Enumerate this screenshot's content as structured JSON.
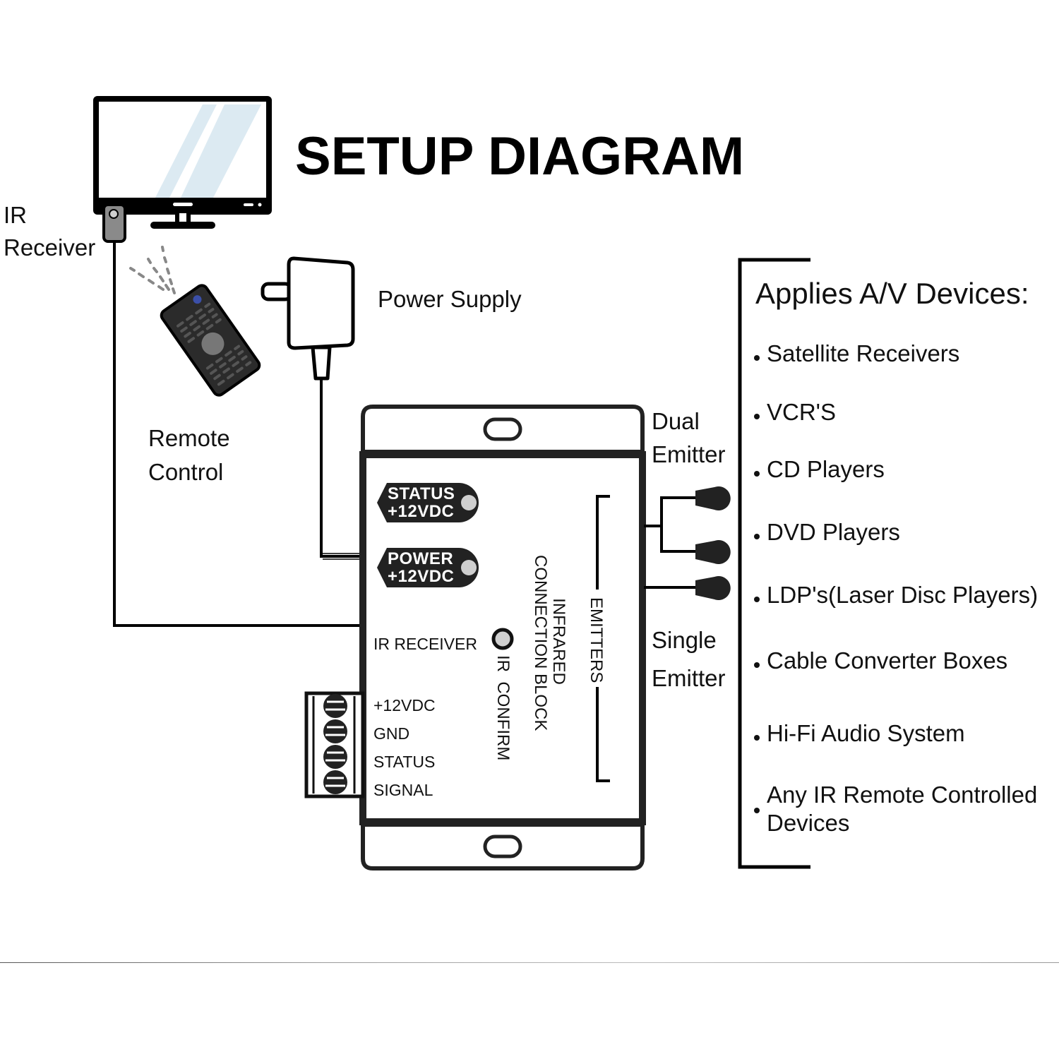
{
  "title": "SETUP DIAGRAM",
  "labels": {
    "ir_receiver": [
      "IR",
      "Receiver"
    ],
    "remote_control": [
      "Remote",
      "Control"
    ],
    "power_supply": "Power Supply",
    "dual_emitter": [
      "Dual",
      "Emitter"
    ],
    "single_emitter": [
      "Single",
      "Emitter"
    ]
  },
  "device_box": {
    "status_badge": [
      "STATUS",
      "+12VDC"
    ],
    "power_badge": [
      "POWER",
      "+12VDC"
    ],
    "ir_receiver_port": "IR RECEIVER",
    "terminal_pins": [
      "+12VDC",
      "GND",
      "STATUS",
      "SIGNAL"
    ],
    "ir_confirm": "IR  CONFIRM",
    "block_title": [
      "INFRARED",
      "CONNECTION BLOCK"
    ],
    "emitters": "EMITTERS"
  },
  "applies": {
    "heading": "Applies A/V Devices:",
    "items": [
      "Satellite Receivers",
      "VCR'S",
      "CD Players",
      "DVD Players",
      "LDP's(Laser Disc Players)",
      "Cable Converter Boxes",
      "Hi-Fi Audio System",
      "Any IR Remote Controlled Devices"
    ]
  },
  "colors": {
    "ink": "#111111",
    "badge": "#222222",
    "screen_glare": "#dceaf2",
    "receiver_body": "#8a8a8a",
    "led": "#cfcfcf",
    "remote_body": "#2b2b2b",
    "remote_button": "#3a3a3a",
    "remote_led": "#3b4fa8"
  }
}
